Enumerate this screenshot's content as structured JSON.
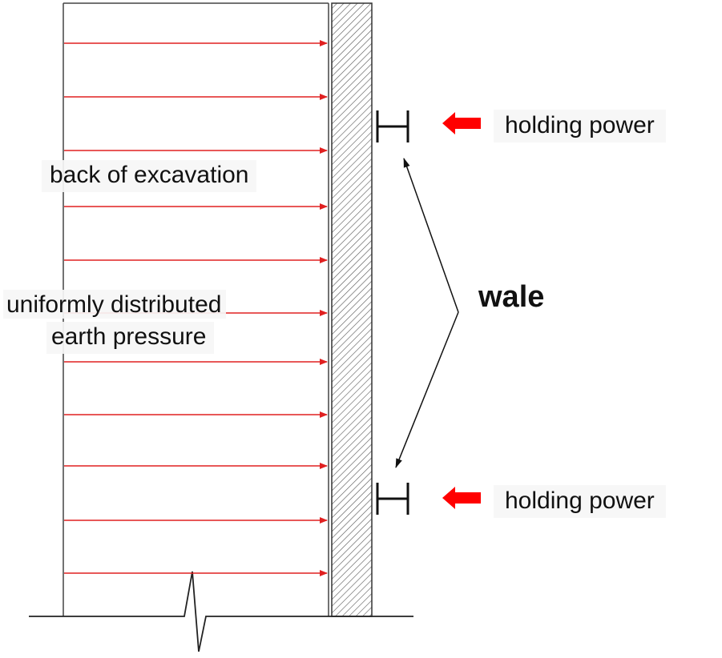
{
  "labels": {
    "back_of_excavation": "back of excavation",
    "uniform_line1": "uniformly distributed",
    "uniform_line2": "earth pressure",
    "holding_power_top": "holding power",
    "holding_power_bottom": "holding power",
    "wale": "wale"
  },
  "colors": {
    "pressure_arrow": "#e02020",
    "holding_arrow": "#ff0000",
    "line": "#333333",
    "hatch": "#555555"
  },
  "icons": {
    "pressure": "arrow-right-icon",
    "holding": "arrow-left-icon",
    "wale": "i-beam-icon"
  },
  "pressure_arrow_count": 11
}
